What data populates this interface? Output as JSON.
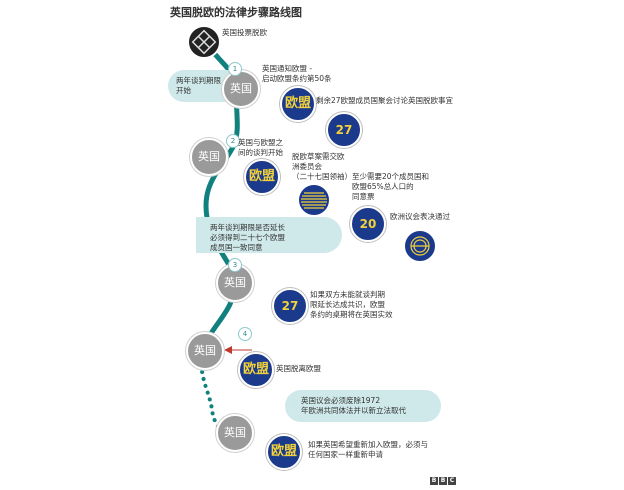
{
  "title": "英国脱欧的法律步骤路线图",
  "start_label": "英国投票脱欧",
  "step_numbers": [
    "1",
    "2",
    "3",
    "4"
  ],
  "uk_label": "英国",
  "eu_label": "欧盟",
  "num_27": "27",
  "num_20": "20",
  "pills": {
    "p1": "两年谈判期限\n开始",
    "p2": "两年谈判期限是否延长\n必须得到二十七个欧盟\n成员国一致同意",
    "p3": "英国议会必须废除1972\n年欧洲共同体法并以新立法取代"
  },
  "labels": {
    "notify": "英国通知欧盟 -\n启动欧盟条约第50条",
    "remaining27": "剩余27欧盟成员国聚会讨论英国脱欧事宜",
    "negotiate": "英国与欧盟之\n间的谈判开始",
    "committee": "脱欧草案需交欧\n洲委员会\n（二十七国领袖）",
    "majority": "至少需要20个成员国和\n欧盟65%总人口的\n同意票",
    "parliament": "欧洲议会表决通过",
    "no_agreement": "如果双方未能就谈判期\n限延长达成共识，欧盟\n条约的桌期将在英国实效",
    "leave": "英国脱离欧盟",
    "rejoin": "如果英国希望重新加入欧盟，必须与\n任何国家一样重新申请"
  },
  "brand": [
    "B",
    "B",
    "C"
  ],
  "colors": {
    "path": "#11817f",
    "pill": "#cfe8ea",
    "eu_blue": "#1b3a8c",
    "eu_star": "#f2d13a",
    "uk_grey": "#9a9a9a",
    "arrow": "#c0392b"
  }
}
